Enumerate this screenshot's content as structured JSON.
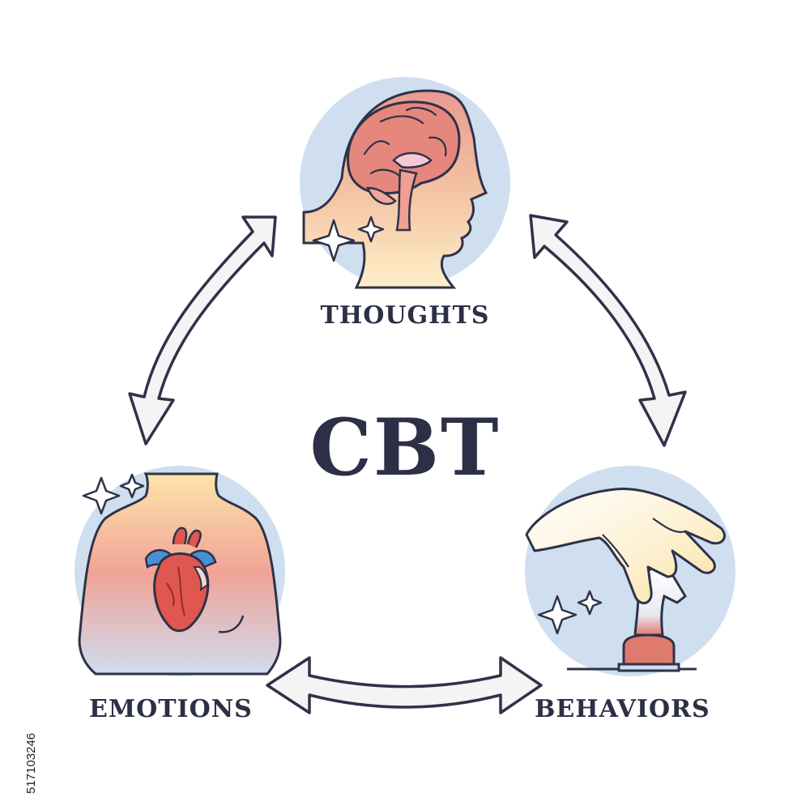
{
  "diagram": {
    "center_title": "CBT",
    "nodes": {
      "thoughts": "THOUGHTS",
      "emotions": "EMOTIONS",
      "behaviors": "BEHAVIORS"
    },
    "stock_id": "517103246"
  },
  "colors": {
    "text": "#2c2f45",
    "circle_bg": "#cfdff0",
    "skin_light": "#fde9b8",
    "skin_pink": "#e99a90",
    "heart_red": "#e0574f",
    "vessel_blue": "#4a8fd6",
    "arrow_fill": "#f4f4f5",
    "outline": "#2f3248"
  }
}
